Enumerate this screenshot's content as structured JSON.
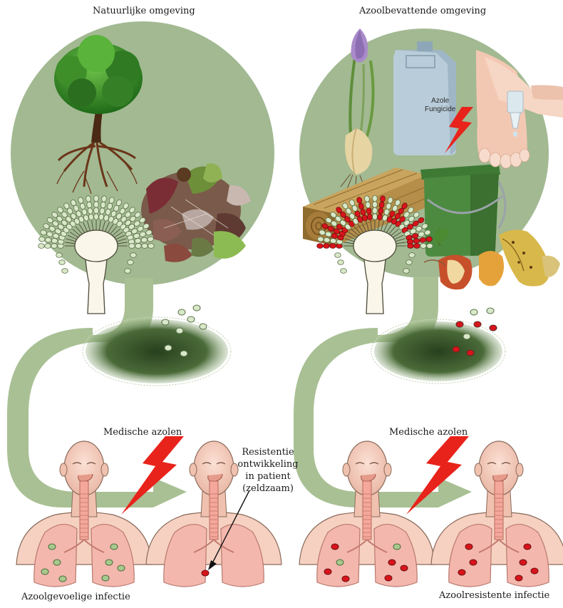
{
  "labels": {
    "natural_environment": "Natuurlijke omgeving",
    "azole_environment": "Azoolbevattende omgeving",
    "medical_azoles_left": "Medische azolen",
    "medical_azoles_right": "Medische azolen",
    "resistance_in_patient": "Resistentie ontwikkeling in patient (zeldzaam)",
    "susceptible_infection": "Azoolgevoelige infectie",
    "resistant_infection": "Azoolresistente infectie"
  },
  "jerrycan": {
    "line1": "Azole",
    "line2": "Fungicide"
  },
  "colors": {
    "background_circle": "#a2b992",
    "arrow": "#a9c094",
    "lightning": "#e8231b",
    "susceptible_spore": "#d9e8c9",
    "resistant_spore": "#d8141b",
    "lung": "#f3b7ae",
    "skin": "#f6d1c2",
    "colony": "#3d5a2e"
  }
}
